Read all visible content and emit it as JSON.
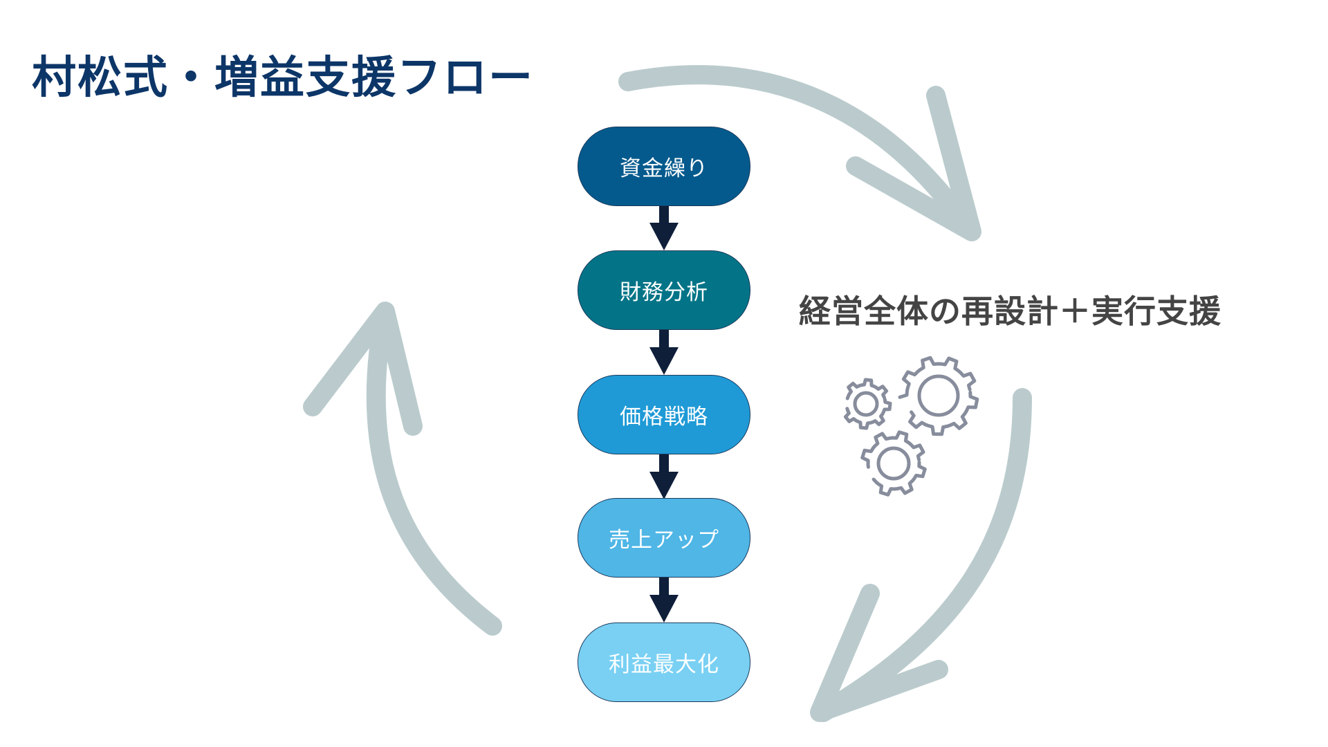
{
  "title": "村松式・増益支援フロー",
  "subtitle": "経営全体の再設計＋実行支援",
  "steps": [
    {
      "label": "資金繰り",
      "color": "#045a8d"
    },
    {
      "label": "財務分析",
      "color": "#037487"
    },
    {
      "label": "価格戦略",
      "color": "#1f9ad6"
    },
    {
      "label": "売上アップ",
      "color": "#4fb6e6"
    },
    {
      "label": "利益最大化",
      "color": "#79d0f3"
    }
  ],
  "icons": {
    "gears": "gears-icon",
    "cycle_arrows": "cycle-arrow-icon",
    "flow_arrows": "down-arrow-icon"
  },
  "colors": {
    "title": "#0d3668",
    "subtitle": "#444444",
    "flow_arrow": "#0f1f3a",
    "cycle_arrow": "#bbcbcd",
    "gear": "#878d9c"
  }
}
